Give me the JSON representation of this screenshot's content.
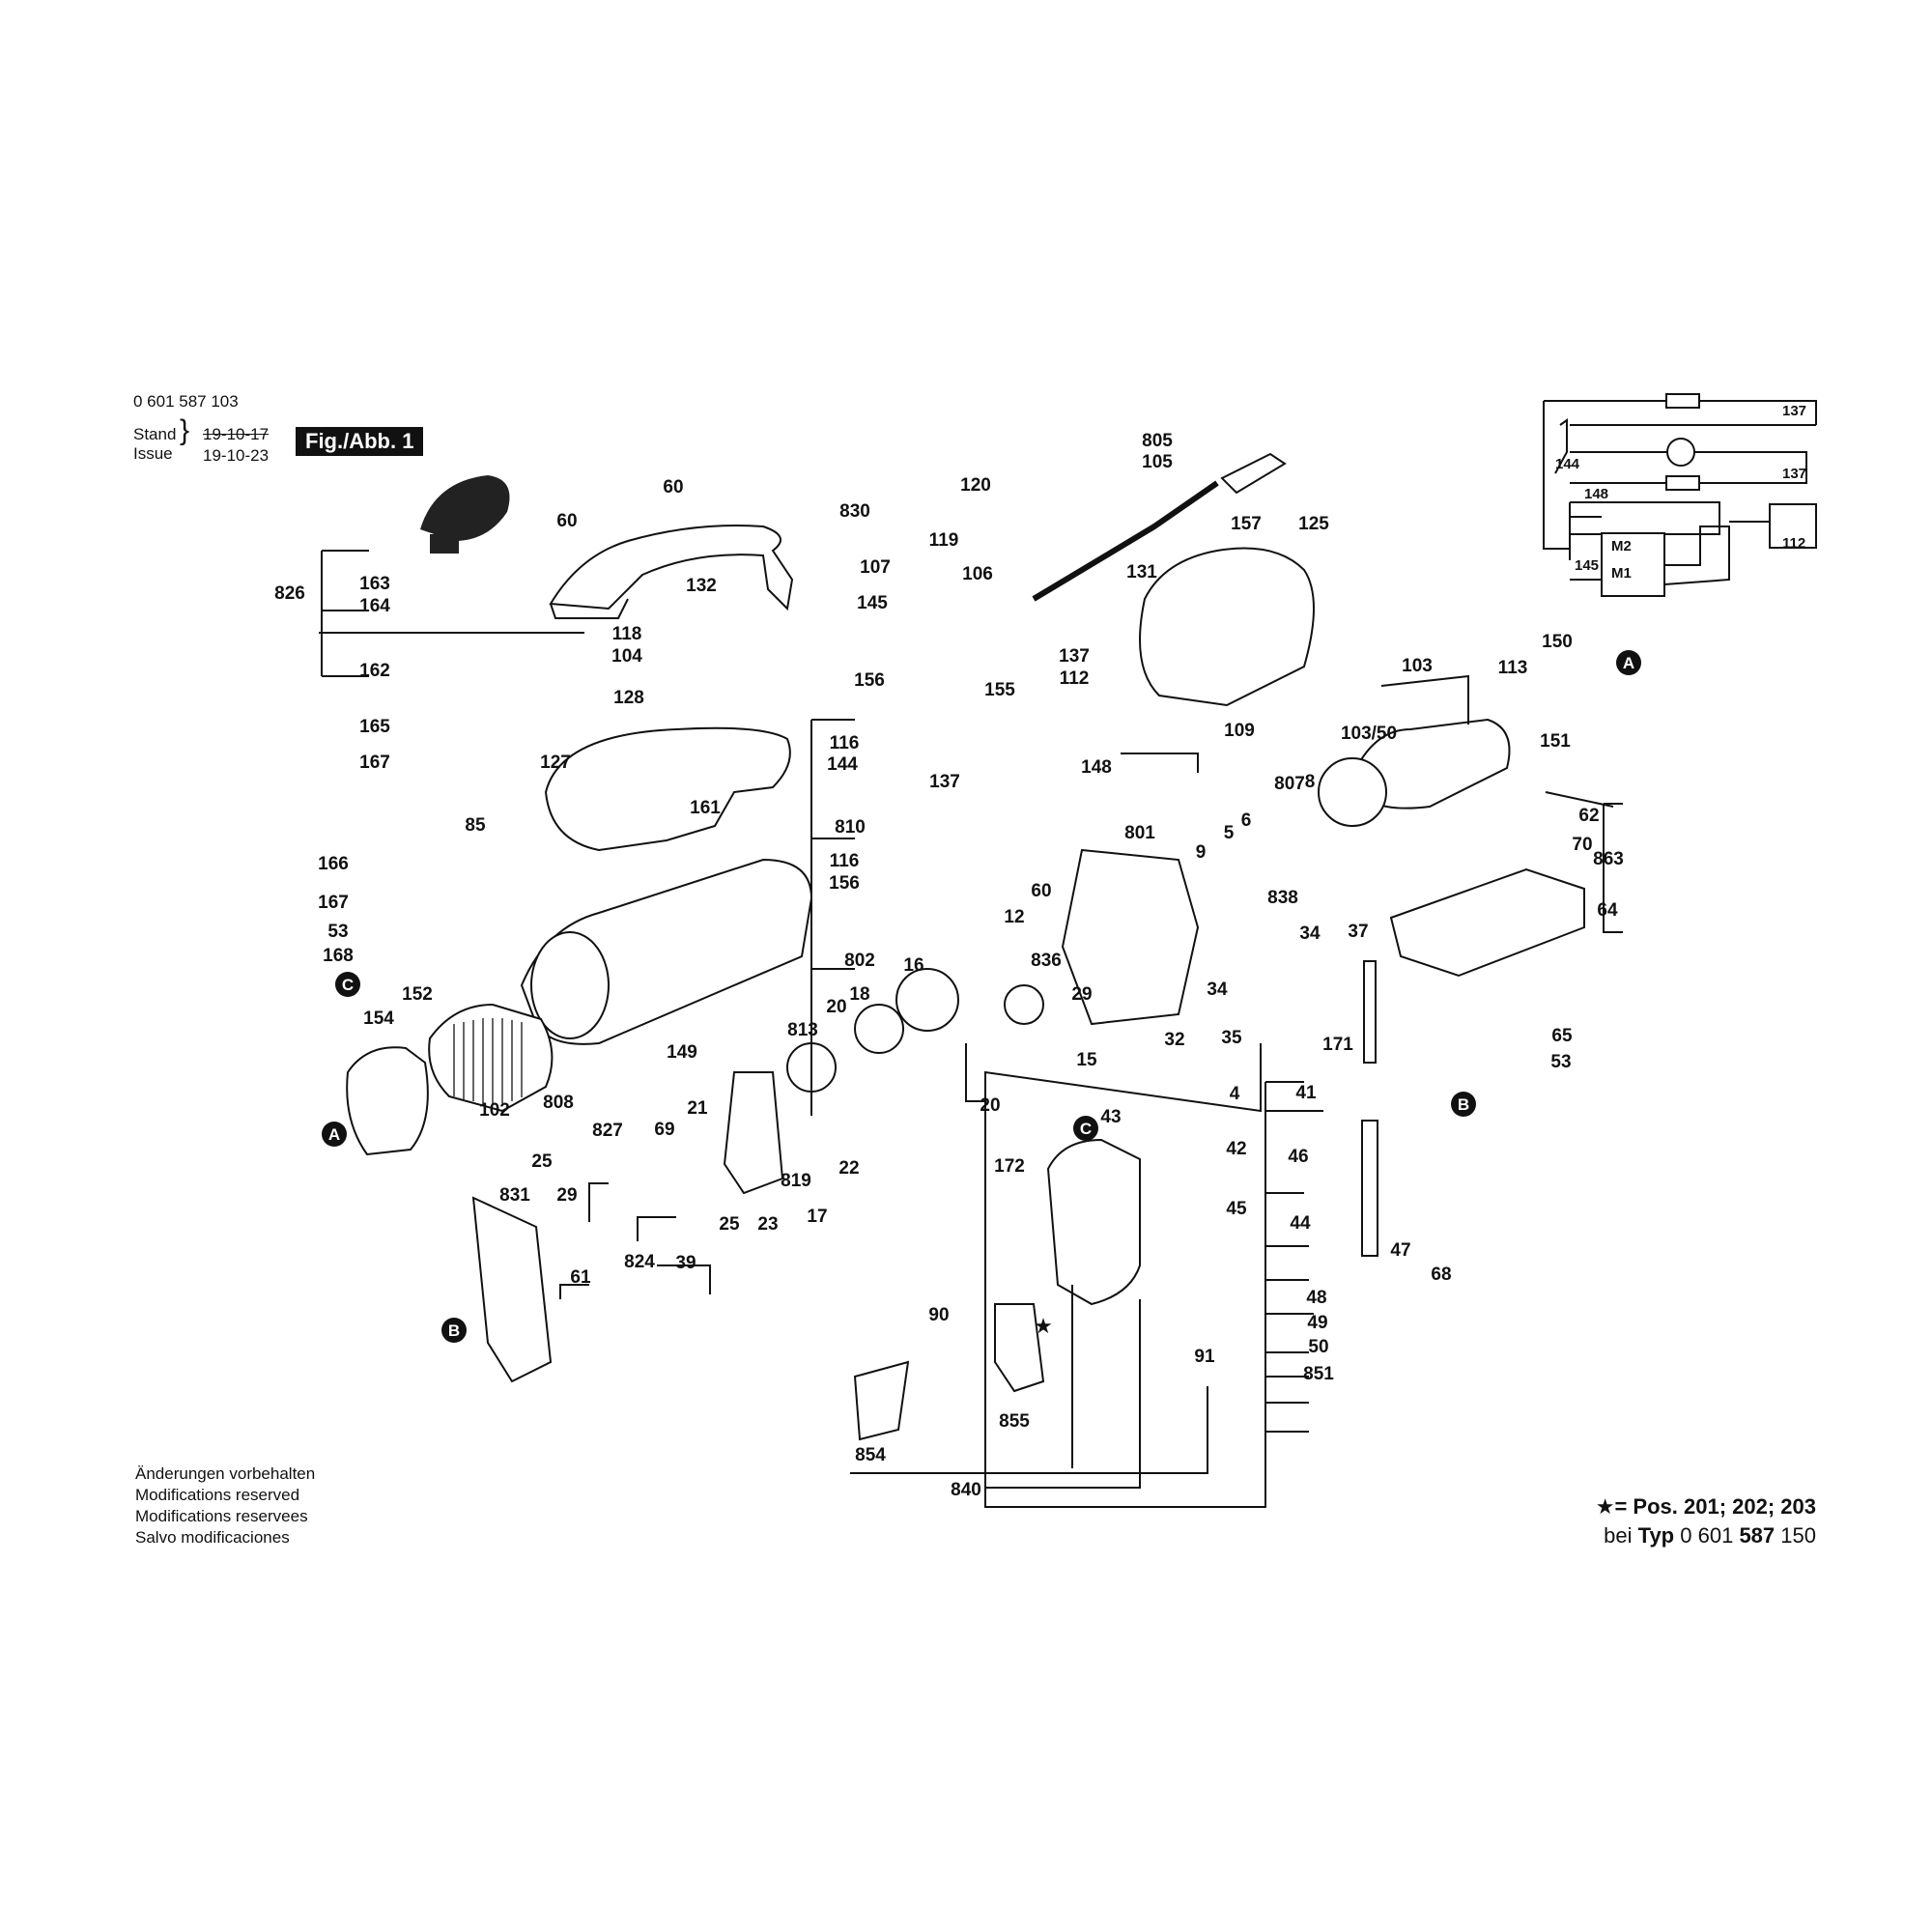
{
  "header": {
    "part_number": "0 601 587 103",
    "stand_label": "Stand",
    "issue_label": "Issue",
    "stand_date": "19-10-17",
    "issue_date": "19-10-23",
    "figure_label": "Fig./Abb. 1"
  },
  "callouts": [
    "826",
    "163",
    "164",
    "162",
    "165",
    "167",
    "85",
    "166",
    "167",
    "53",
    "168",
    "152",
    "154",
    "102",
    "60",
    "60",
    "830",
    "132",
    "107",
    "119",
    "106",
    "120",
    "805",
    "105",
    "131",
    "157",
    "125",
    "118",
    "104",
    "128",
    "145",
    "137",
    "112",
    "148",
    "156",
    "155",
    "116",
    "144",
    "810",
    "137",
    "116",
    "156",
    "127",
    "161",
    "149",
    "808",
    "802",
    "801",
    "60",
    "12",
    "9",
    "5",
    "6",
    "807",
    "8",
    "103/50",
    "103",
    "113",
    "150",
    "151",
    "109",
    "838",
    "836",
    "29",
    "34",
    "37",
    "34",
    "35",
    "32",
    "15",
    "16",
    "18",
    "20",
    "813",
    "20",
    "21",
    "819",
    "17",
    "22",
    "23",
    "25",
    "69",
    "827",
    "25",
    "29",
    "824",
    "39",
    "831",
    "61",
    "62",
    "70",
    "863",
    "64",
    "65",
    "53",
    "171",
    "41",
    "4",
    "43",
    "42",
    "45",
    "44",
    "46",
    "47",
    "68",
    "172",
    "48",
    "49",
    "50",
    "851",
    "91",
    "90",
    "855",
    "854",
    "840"
  ],
  "markers": {
    "a": "A",
    "b": "B",
    "c": "C"
  },
  "schematic": {
    "labels": [
      "137",
      "144",
      "137",
      "148",
      "112",
      "M2",
      "145",
      "M1"
    ]
  },
  "star_symbol": "★",
  "notes": [
    "Änderungen vorbehalten",
    "Modifications reserved",
    "Modifications reservees",
    "Salvo modificaciones"
  ],
  "footer": {
    "line1_star": "★",
    "line1_text": "= Pos. 201; 202; 203",
    "line2_prefix": "bei",
    "line2_typ": "Typ",
    "line2_a": "0 601",
    "line2_b": "587",
    "line2_c": "150"
  }
}
